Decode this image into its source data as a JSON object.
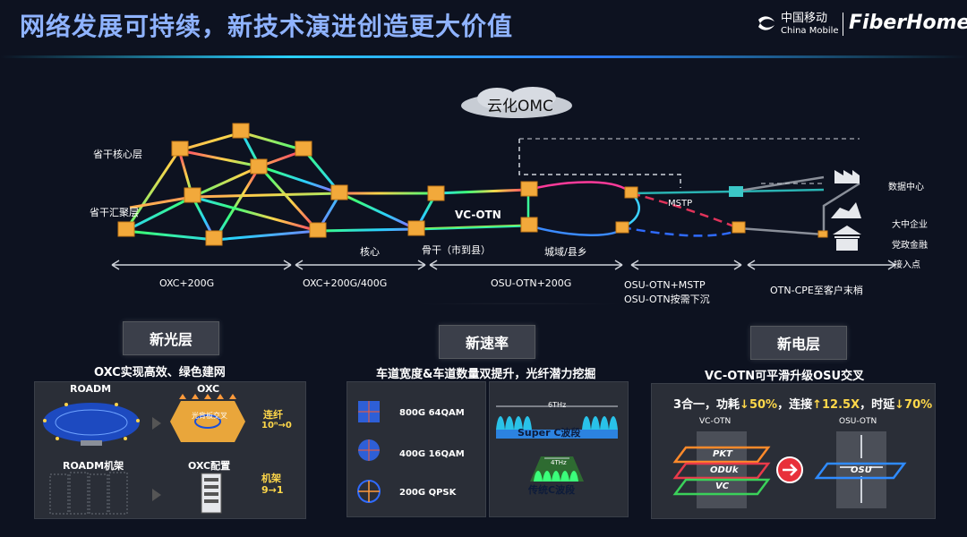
{
  "title": "网络发展可持续，新技术演进创造更大价值",
  "logo": {
    "cn": "中国移动",
    "en": "China Mobile",
    "brand": "FiberHome"
  },
  "cloud": {
    "label": "云化OMC"
  },
  "layers": {
    "core": "省干核心层",
    "agg": "省干汇聚层"
  },
  "network_labels": {
    "core": "核心",
    "backbone": "骨干（市到县）",
    "vcotn": "VC-OTN",
    "metro": "城域/县乡",
    "mstp": "MSTP"
  },
  "right_labels": {
    "dc": "数据中心",
    "enterprise": "大中企业",
    "gov": "党政金融",
    "access": "接入点"
  },
  "ranges": [
    {
      "label": "OXC+200G"
    },
    {
      "label": "OXC+200G/400G"
    },
    {
      "label": "OSU-OTN+200G"
    },
    {
      "label": "OSU-OTN+MSTP",
      "label2": "OSU-OTN按需下沉"
    },
    {
      "label": "OTN-CPE至客户末梢"
    }
  ],
  "sections": {
    "optical": {
      "heading": "新光层",
      "subtitle": "OXC实现高效、绿色建网",
      "roadm": "ROADM",
      "oxc": "OXC",
      "oxc_core": "光背板交叉",
      "fiber_label": "连纤",
      "fiber_value": "10ⁿ→0",
      "rack_roadm": "ROADM机架",
      "rack_oxc": "OXC配置",
      "rack_label": "机架",
      "rack_value": "9→1"
    },
    "rate": {
      "heading": "新速率",
      "subtitle": "车道宽度&车道数量双提升，光纤潜力挖掘",
      "items": [
        "800G 64QAM",
        "400G 16QAM",
        "200G QPSK"
      ],
      "band_width": "6THz",
      "super_c": "Super C波段",
      "band_small": "4THz",
      "trad_c": "传统C波段"
    },
    "electrical": {
      "heading": "新电层",
      "subtitle": "VC-OTN可平滑升级OSU交叉",
      "stats_prefix": "3合一，功耗",
      "stats_power": "50%",
      "stats_mid": "，连接",
      "stats_conn": "12.5X",
      "stats_mid2": "，时延",
      "stats_delay": "70%",
      "vc_otn": "VC-OTN",
      "osu_otn": "OSU-OTN",
      "layers": [
        "PKT",
        "ODUk",
        "VC"
      ],
      "osu": "OSU"
    }
  },
  "colors": {
    "accent": "#8fb3ff",
    "yellow": "#ffd84a",
    "node": "#f2a93b"
  }
}
